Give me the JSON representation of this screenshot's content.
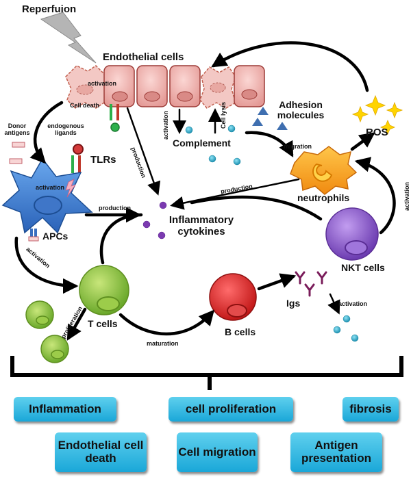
{
  "labels": {
    "reperfusion": "Reperfuion",
    "endothelial_cells": "Endothelial cells",
    "activation_cell": "activation",
    "cell_death": "Cell death",
    "donor_antigens": "Donor antigens",
    "endogenous_ligands": "endogenous ligands",
    "tlrs": "TLRs",
    "activation_apc": "activation",
    "apcs": "APCs",
    "production_1": "production",
    "production_2": "production",
    "production_3": "production",
    "activation_complement": "activation",
    "cell_lysis": "Cell lysis",
    "complement": "Complement",
    "adhesion_molecules": "Adhesion molecules",
    "ros": "ROS",
    "migration": "migration",
    "neutrophils": "neutrophils",
    "inflammatory_cytokines": "Inflammatory cytokines",
    "nkt_cells": "NKT cells",
    "activation_nkt": "activation",
    "activation_tcell": "activation",
    "proliferation": "proliferation",
    "t_cells": "T cells",
    "maturation": "maturation",
    "b_cells": "B cells",
    "igs": "Igs",
    "activation_igs": "activation"
  },
  "outcomes": [
    "Inflammation",
    "cell proliferation",
    "fibrosis",
    "Endothelial cell death",
    "Cell migration",
    "Antigen presentation"
  ],
  "colors": {
    "endothelial": "#f2b9b6",
    "apc": "#3a7fd0",
    "tcell": "#8cc63f",
    "bcell": "#e53935",
    "nkt": "#8a5ac8",
    "neutrophil": "#f7a21b",
    "cytokine": "#7b3ab0",
    "complement": "#26a6c7",
    "ros": "#ffd400",
    "outcome_box": "#2bb4e0"
  }
}
